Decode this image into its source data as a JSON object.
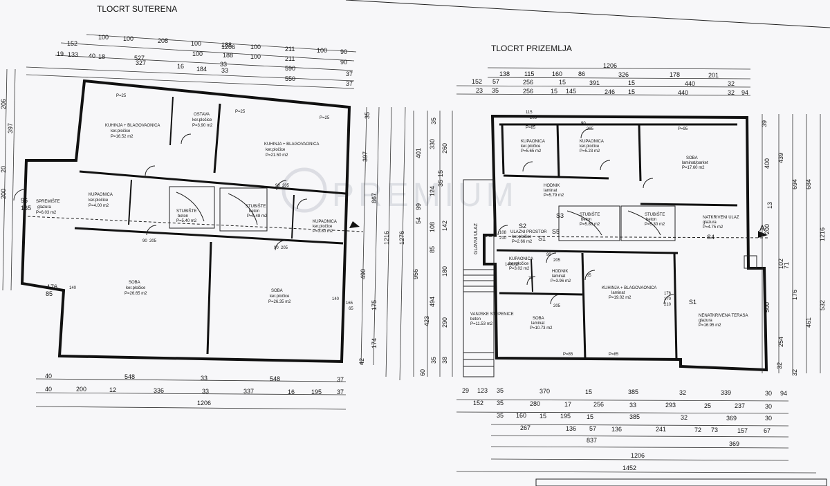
{
  "watermark": "PREMIUM",
  "basement": {
    "title": "TLOCRT SUTERENA",
    "top_dims_row1": [
      "100",
      "100",
      "208",
      "100",
      "188",
      "100",
      "211",
      "100",
      "90"
    ],
    "top_dims_row2": [
      "152",
      "1206"
    ],
    "top_dims_row3": [
      "19",
      "133",
      "40",
      "18",
      "527",
      "100",
      "188",
      "33",
      "100",
      "211",
      "90"
    ],
    "top_dims_row4": [
      "327",
      "16",
      "184",
      "33",
      "590",
      "37"
    ],
    "top_dims_row5": [
      "550",
      "37"
    ],
    "bottom_dims_row1": [
      "40",
      "548",
      "33",
      "548",
      "37"
    ],
    "bottom_dims_row2": [
      "40",
      "200",
      "12",
      "336",
      "33",
      "337",
      "16",
      "195",
      "37"
    ],
    "bottom_total": "1206",
    "right_dims": [
      "397",
      "1216",
      "1276",
      "867",
      "35",
      "490",
      "175",
      "174",
      "42"
    ],
    "left_dims": [
      "206",
      "397",
      "20",
      "200",
      "96",
      "165",
      "176",
      "85"
    ],
    "rooms": [
      {
        "name": "KUHINJA + BLAGOVAONICA",
        "floor": "ker.pločice",
        "area": "P=16.52 m2"
      },
      {
        "name": "OSTAVA",
        "floor": "ker.pločice",
        "area": "P=3.90 m2"
      },
      {
        "name": "KUHINJA + BLAGOVAONICA",
        "floor": "ker.pločice",
        "area": "P=21.50 m2"
      },
      {
        "name": "KUPAONICA",
        "floor": "ker.pločice",
        "area": "P=4.00 m2"
      },
      {
        "name": "STUBIŠTE",
        "floor": "beton",
        "area": "P=5.40 m2"
      },
      {
        "name": "STUBIŠTE",
        "floor": "beton",
        "area": "P=5.48 m2"
      },
      {
        "name": "KUPAONICA",
        "floor": "ker.pločice",
        "area": "P=3.80 m2"
      },
      {
        "name": "SOBA",
        "floor": "ker.pločice",
        "area": "P=26.65 m2"
      },
      {
        "name": "SOBA",
        "floor": "ker.pločice",
        "area": "P=26.35 m2"
      },
      {
        "name": "SPREMIŠTE",
        "floor": "glazura",
        "area": "P=6.03 m2"
      }
    ],
    "openings": [
      "P=25",
      "P=25",
      "P=25",
      "90",
      "205",
      "90",
      "205",
      "90",
      "205",
      "140",
      "165",
      "65",
      "140"
    ]
  },
  "ground": {
    "title": "TLOCRT PRIZEMLJA",
    "top_total": "1206",
    "top_dims_row1": [
      "138",
      "115",
      "160",
      "86",
      "326",
      "178",
      "201"
    ],
    "top_dims_row2": [
      "152",
      "57",
      "256",
      "15",
      "391",
      "15",
      "440",
      "32"
    ],
    "top_dims_row3": [
      "23",
      "35",
      "256",
      "15",
      "145",
      "246",
      "15",
      "440",
      "32",
      "94"
    ],
    "bottom_dims_row1": [
      "29",
      "123",
      "35",
      "370",
      "15",
      "385",
      "32",
      "339",
      "30",
      "94"
    ],
    "bottom_dims_row2": [
      "152",
      "35",
      "280",
      "17",
      "256",
      "33",
      "293",
      "25",
      "237",
      "30"
    ],
    "bottom_dims_row3": [
      "35",
      "160",
      "15",
      "195",
      "15",
      "385",
      "32",
      "369",
      "30"
    ],
    "bottom_dims_row4": [
      "267",
      "136",
      "57",
      "136",
      "241",
      "72",
      "73",
      "157",
      "67"
    ],
    "bottom_dims_row5": [
      "837",
      "369"
    ],
    "bottom_dims_row6": [
      "1206"
    ],
    "bottom_dims_row7": [
      "1452"
    ],
    "left_dims": [
      "35",
      "330",
      "401",
      "260",
      "15",
      "35",
      "124",
      "99",
      "108",
      "54",
      "142",
      "85",
      "180",
      "956",
      "494",
      "423",
      "290",
      "60",
      "35",
      "38"
    ],
    "right_dims": [
      "39",
      "400",
      "439",
      "694",
      "13",
      "684",
      "200",
      "1216",
      "102",
      "71",
      "176",
      "532",
      "500",
      "461",
      "254",
      "32",
      "32"
    ],
    "rooms": [
      {
        "name": "KUPAONICA",
        "floor": "ker.pločice",
        "area": "P=5.65 m2"
      },
      {
        "name": "KUPAONICA",
        "floor": "ker.pločice",
        "area": "P=5.23 m2"
      },
      {
        "name": "SOBA",
        "floor": "laminat/parket",
        "area": "P=17.60 m2"
      },
      {
        "name": "HODNIK",
        "floor": "laminat",
        "area": "P=5.79 m2"
      },
      {
        "name": "STUBIŠTE",
        "floor": "beton",
        "area": "P=5.80 m2"
      },
      {
        "name": "STUBIŠTE",
        "floor": "beton",
        "area": "P=5.30 m2"
      },
      {
        "name": "NATKRIVENI ULAZ",
        "floor": "glazura",
        "area": "P=4.75 m2"
      },
      {
        "name": "ULAZNI PROSTOR",
        "floor": "ker.pločice",
        "area": "P=2.66 m2"
      },
      {
        "name": "KUPAONICA",
        "floor": "ker.pločice",
        "area": "P=3.02 m2"
      },
      {
        "name": "HODNIK",
        "floor": "laminat",
        "area": "P=3.96 m2"
      },
      {
        "name": "KUHINJA + BLAGOVAONICA",
        "floor": "laminat",
        "area": "P=19.02 m2"
      },
      {
        "name": "SOBA",
        "floor": "laminat",
        "area": "P=10.73 m2"
      },
      {
        "name": "NENATKRIVENA TERASA",
        "floor": "glazura",
        "area": "P=16.95 m2"
      },
      {
        "name": "VANJSKE STEPENICE",
        "floor": "beton",
        "area": "P=11.53 m2"
      }
    ],
    "entrance_label": "GLAVNI ULAZ",
    "markers": [
      "S1",
      "S2",
      "S3",
      "S4",
      "S5",
      "S1"
    ],
    "section_marker": "A",
    "openings": [
      "115",
      "205",
      "90",
      "205",
      "P=85",
      "P=95",
      "P=85",
      "P=85",
      "90",
      "205",
      "170",
      "210",
      "176",
      "108",
      "210",
      "140",
      "162",
      "70",
      "65",
      "205"
    ]
  }
}
